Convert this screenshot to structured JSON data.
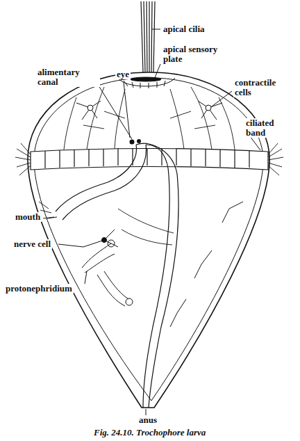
{
  "diagram": {
    "caption": "Fig. 24.10. Trochophore larva",
    "labels": [
      "apical cilia",
      "eye",
      "apical sensory plate",
      "alimentary canal",
      "contractile cells",
      "ciliated band",
      "mouth",
      "nerve cell",
      "protonephridium",
      "anus"
    ]
  }
}
